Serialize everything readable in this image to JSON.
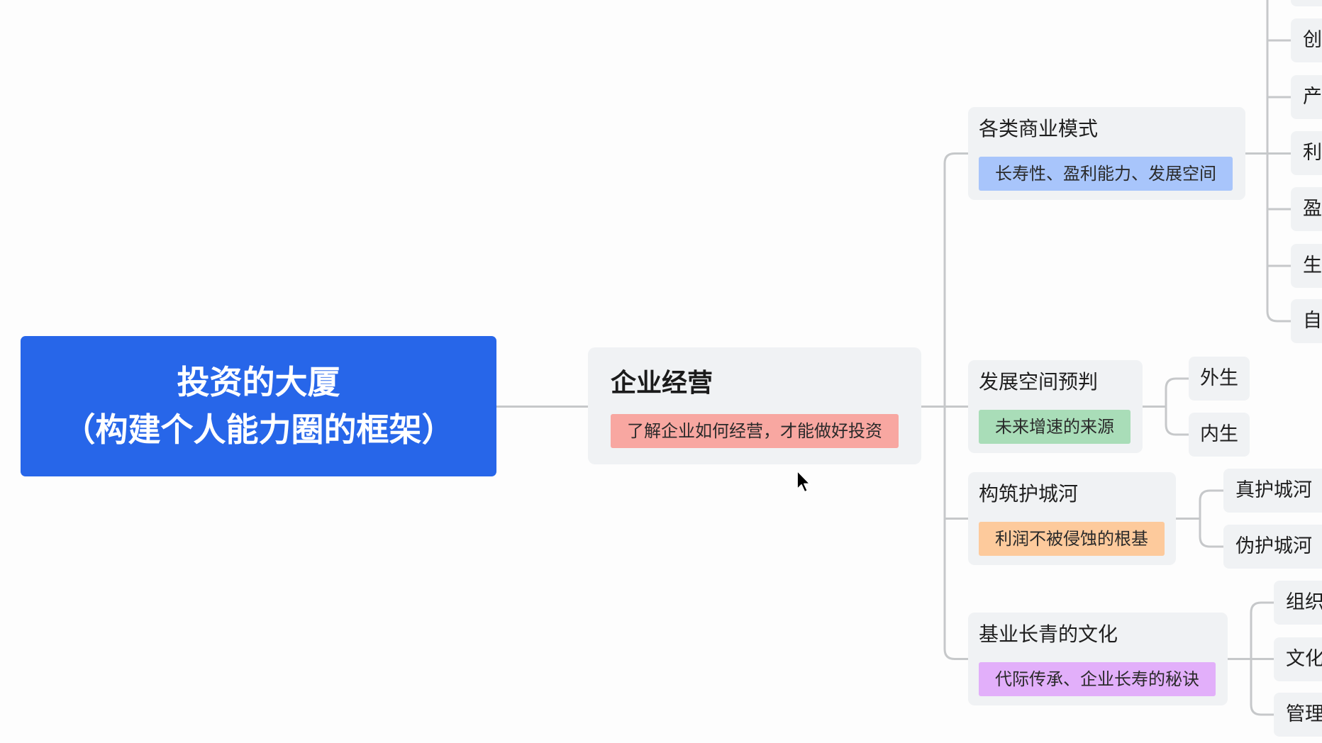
{
  "theme": {
    "canvas_bg": "#fdfdfd",
    "node_bg": "#f0f2f4",
    "connector": "#c6c8ca"
  },
  "mindmap": {
    "root": {
      "title_line1": "投资的大厦",
      "title_line2": "（构建个人能力圈的框架）",
      "color": "#2766e9"
    },
    "main_topic": {
      "title": "企业经营",
      "note": "了解企业如何经营，才能做好投资",
      "note_color": "#f8a7a1"
    },
    "subtopics": [
      {
        "title": "各类商业模式",
        "note": "长寿性、盈利能力、发展空间",
        "note_color": "#a8c5fb",
        "children": [
          "创",
          "产",
          "利",
          "盈",
          "生",
          "自"
        ]
      },
      {
        "title": "发展空间预判",
        "note": "未来增速的来源",
        "note_color": "#a9ddb8",
        "children": [
          "外生",
          "内生"
        ]
      },
      {
        "title": "构筑护城河",
        "note": "利润不被侵蚀的根基",
        "note_color": "#fdca9c",
        "children": [
          "真护城河",
          "伪护城河"
        ]
      },
      {
        "title": "基业长青的文化",
        "note": "代际传承、企业长寿的秘诀",
        "note_color": "#e2affa",
        "children": [
          "组织",
          "文化",
          "管理"
        ]
      }
    ]
  },
  "icons": {
    "cursor": "mouse-pointer-arrow"
  }
}
